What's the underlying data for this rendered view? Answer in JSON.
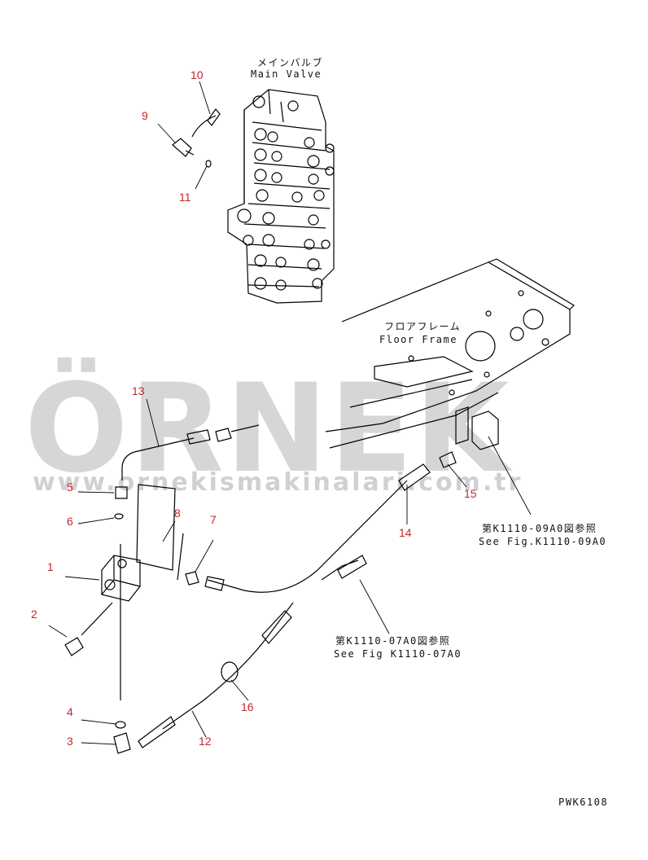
{
  "watermark": {
    "brand": "ÖRNEK",
    "url": "www.ornekismakinalari.com.tr"
  },
  "labels": {
    "main_valve_jp": "メインバルブ",
    "main_valve_en": "Main Valve",
    "floor_frame_jp": "フロアフレーム",
    "floor_frame_en": "Floor Frame",
    "ref_09_jp": "第K1110-09A0図参照",
    "ref_09_en": "See Fig.K1110-09A0",
    "ref_07_jp": "第K1110-07A0図参照",
    "ref_07_en": "See Fig K1110-07A0",
    "drawing_code": "PWK6108"
  },
  "parts": [
    "1",
    "2",
    "3",
    "4",
    "5",
    "6",
    "7",
    "8",
    "9",
    "10",
    "11",
    "12",
    "13",
    "14",
    "15",
    "16"
  ],
  "colors": {
    "part_number": "#c0282d",
    "line": "#000000",
    "watermark": "#b4b4ba"
  }
}
